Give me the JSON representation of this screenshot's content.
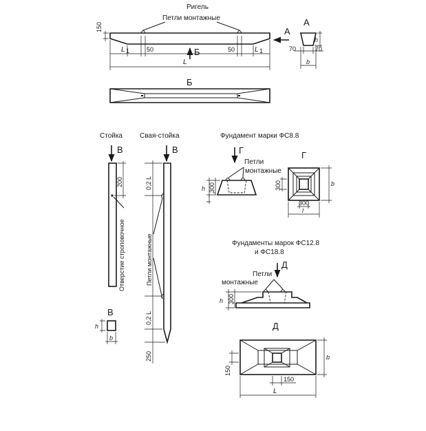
{
  "rigel": {
    "title": "Ригель",
    "loops_label": "Петли монтажные",
    "dim_150": "150",
    "dim_L1_left": "L",
    "dim_L1_sub_left": "1",
    "dim_50_left": "50",
    "dim_50_right": "50",
    "dim_L1_right": "L",
    "dim_L1_sub_right": "1",
    "dim_L": "L",
    "view_B": "Б",
    "view_A": "А",
    "section_A_title": "А",
    "sec_h": "h",
    "sec_70_left": "70",
    "sec_70_right": "70",
    "sec_b": "b",
    "plan_title": "Б"
  },
  "stoika": {
    "title": "Стойка",
    "view_V": "В",
    "dim_200": "200",
    "hole_label": "Отверстие строповочное",
    "section_title": "В",
    "sec_h": "h",
    "sec_b": "b"
  },
  "svaya": {
    "title": "Свая-стойка",
    "view_V": "В",
    "dim_top": "0,2 L",
    "dim_bottom": "0,2 L",
    "dim_250": "250",
    "loops_label": "Петли монтажные"
  },
  "fs88": {
    "title": "Фундамент марки ФС8.8",
    "view_G": "Г",
    "loops_1": "Петли",
    "loops_2": "монтажные",
    "dim_h": "h",
    "dim_300": "300",
    "plan_title": "Г",
    "plan_300_v": "300",
    "plan_b": "b",
    "plan_300_h": "300",
    "plan_l": "l"
  },
  "fs12": {
    "title_1": "Фундаменты марок ФС12.8",
    "title_2": "и ФС18.8",
    "loops_1": "Петли",
    "loops_2": "монтажные",
    "view_D": "Д",
    "dim_h": "h",
    "dim_300": "300",
    "plan_title": "Д",
    "plan_150_v": "150",
    "plan_b": "b",
    "plan_150_h": "150",
    "plan_L": "L"
  }
}
